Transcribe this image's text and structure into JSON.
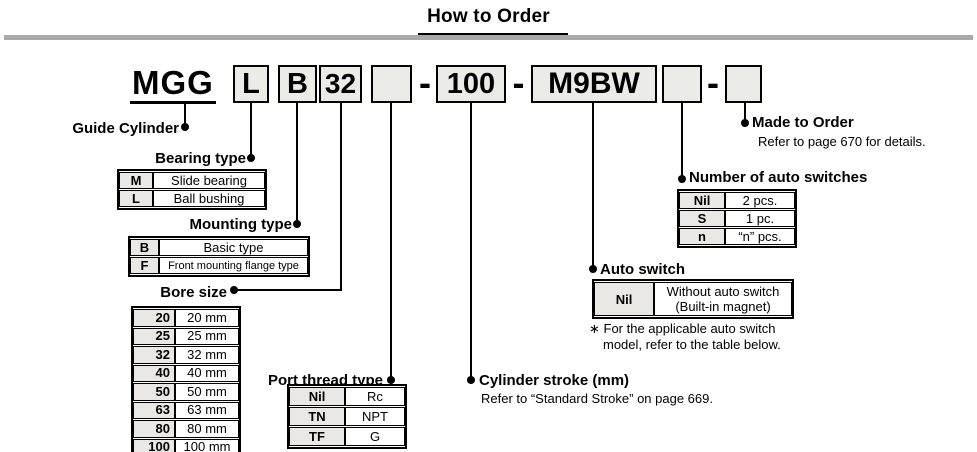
{
  "header": {
    "title": "How to Order"
  },
  "order_code": {
    "series": "MGG",
    "separator": "-",
    "boxes": [
      {
        "name": "bearing-type-code",
        "label": "L"
      },
      {
        "name": "mounting-type-code",
        "label": "B"
      },
      {
        "name": "bore-size-code",
        "label": "32"
      },
      {
        "name": "port-thread-code",
        "label": ""
      },
      {
        "name": "stroke-code",
        "label": "100"
      },
      {
        "name": "auto-switch-code",
        "label": "M9BW"
      },
      {
        "name": "switch-qty-code",
        "label": ""
      },
      {
        "name": "made-to-order-code",
        "label": ""
      }
    ]
  },
  "callouts": {
    "guide_cylinder": {
      "title": "Guide Cylinder"
    },
    "bearing_type": {
      "title": "Bearing type",
      "rows": [
        [
          "M",
          "Slide bearing"
        ],
        [
          "L",
          "Ball bushing"
        ]
      ]
    },
    "mounting_type": {
      "title": "Mounting type",
      "rows": [
        [
          "B",
          "Basic type"
        ],
        [
          "F",
          "Front mounting flange type"
        ]
      ]
    },
    "bore_size": {
      "title": "Bore size",
      "rows": [
        [
          "20",
          "20 mm"
        ],
        [
          "25",
          "25 mm"
        ],
        [
          "32",
          "32 mm"
        ],
        [
          "40",
          "40 mm"
        ],
        [
          "50",
          "50 mm"
        ],
        [
          "63",
          "63 mm"
        ],
        [
          "80",
          "80 mm"
        ],
        [
          "100",
          "100 mm"
        ]
      ]
    },
    "port_thread_type": {
      "title": "Port thread type",
      "rows": [
        [
          "Nil",
          "Rc"
        ],
        [
          "TN",
          "NPT"
        ],
        [
          "TF",
          "G"
        ]
      ]
    },
    "cylinder_stroke": {
      "title": "Cylinder stroke (mm)",
      "note": "Refer to “Standard Stroke” on page 669."
    },
    "auto_switch": {
      "title": "Auto switch",
      "rows": [
        [
          "Nil",
          [
            "Without auto switch",
            "(Built-in magnet)"
          ]
        ]
      ],
      "footnote_line1": "∗ For the applicable auto switch",
      "footnote_line2": "model, refer to the table below."
    },
    "auto_switch_qty": {
      "title": "Number of auto switches",
      "rows": [
        [
          "Nil",
          "2 pcs."
        ],
        [
          "S",
          "1 pc."
        ],
        [
          "n",
          "“n” pcs."
        ]
      ]
    },
    "made_to_order": {
      "title": "Made to Order",
      "note": "Refer to page 670 for details."
    }
  },
  "colors": {
    "gray_band": "#a9a9a9",
    "box_fill": "#ebebe8",
    "line": "#000000"
  }
}
